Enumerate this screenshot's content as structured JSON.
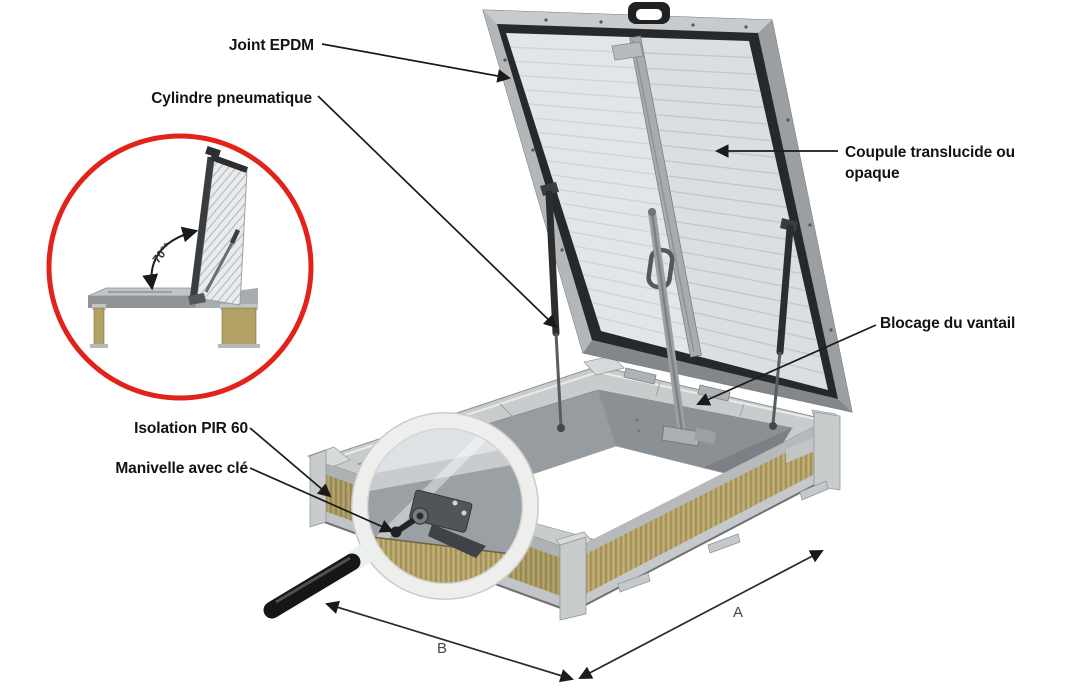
{
  "diagram": {
    "labels": {
      "joint_epdm": "Joint EPDM",
      "cylindre_pneumatique": "Cylindre pneumatique",
      "coupole_line1": "Coupule translucide ou",
      "coupole_line2": "opaque",
      "blocage_vantail": "Blocage du vantail",
      "isolation_pir": "Isolation PIR 60",
      "manivelle_cle": "Manivelle avec clé",
      "angle_opening": "70°*",
      "dimension_a": "A",
      "dimension_b": "B"
    },
    "colors": {
      "background": "#ffffff",
      "inset_circle_red": "#e2231a",
      "label_text": "#131313",
      "metal_light": "#c9cccd",
      "metal_mid": "#9aa0a4",
      "frame_dark": "#26282a",
      "insulation_tan": "#b7a66c",
      "glass_panel": "#dcdfe2"
    }
  }
}
